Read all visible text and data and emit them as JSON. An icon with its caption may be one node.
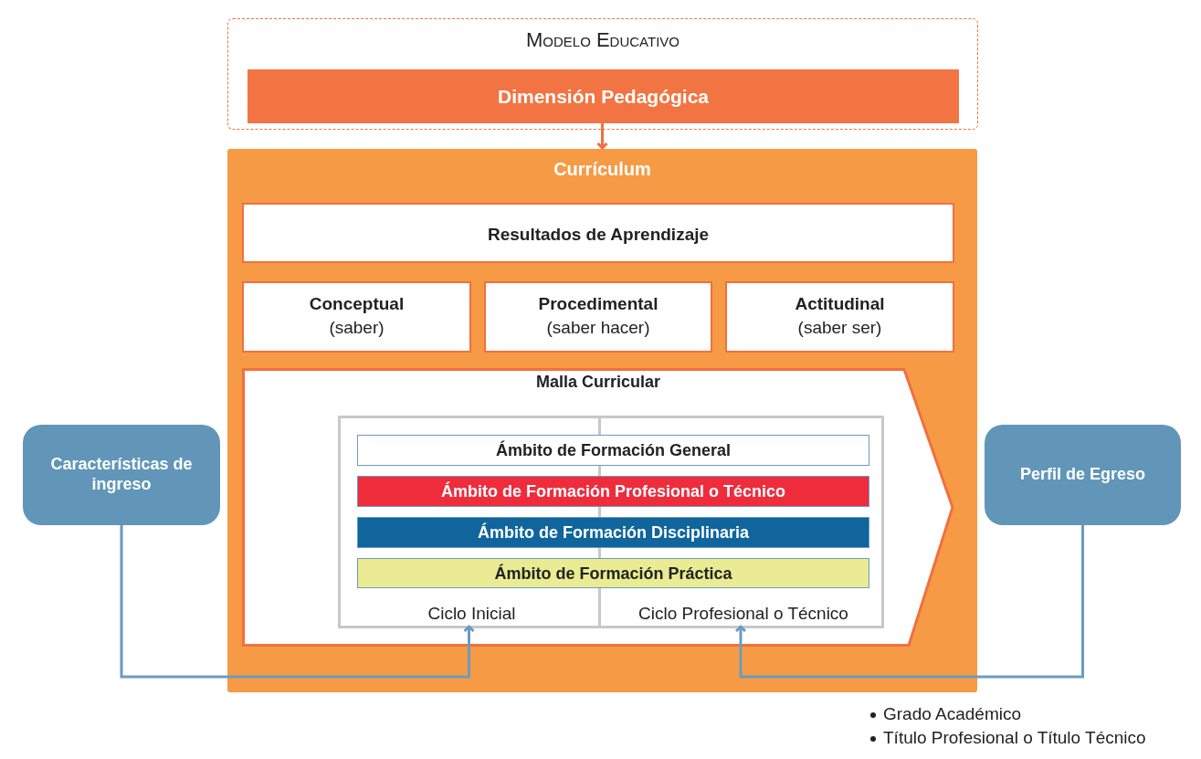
{
  "diagram": {
    "nodes": [
      {
        "text": [
          "Modelo Educativo"
        ]
      },
      {
        "text": [
          "Dimensión Pedagógica"
        ],
        "in": 0
      },
      {
        "text": [
          "Currículum"
        ]
      },
      {
        "text": [
          "Resultados de Aprendizaje"
        ],
        "in": 2
      },
      {
        "text": [
          "Conceptual",
          "(saber)"
        ],
        "in": 2
      },
      {
        "text": [
          "Procedimental",
          "(saber hacer)"
        ],
        "in": 2
      },
      {
        "text": [
          "Actitudinal",
          "(saber ser)"
        ],
        "in": 2
      },
      {
        "text": [
          "Malla Curricular"
        ],
        "in": 2
      },
      {
        "text": [],
        "shape": "box",
        "in": 7
      },
      {
        "text": [
          "Ámbito de Formación General"
        ],
        "in": 8
      },
      {
        "text": [
          "Ámbito de Formación Profesional o Técnico"
        ],
        "in": 8
      },
      {
        "text": [
          "Ámbito de Formación Disciplinaria"
        ],
        "in": 8
      },
      {
        "text": [
          "Ámbito de Formación Práctica"
        ],
        "in": 8
      },
      {
        "text": [
          "Ciclo Inicial"
        ],
        "in": 8
      },
      {
        "text": [
          "Ciclo Profesional o Técnico"
        ],
        "in": 8
      },
      {
        "text": [
          "Características de ingreso"
        ]
      },
      {
        "text": [
          "Perfil de Egreso"
        ]
      }
    ],
    "edges": [
      {
        "from": 1,
        "to": 2,
        "arrow": "to",
        "color": "#f07040"
      },
      {
        "from": 15,
        "to": 13,
        "arrow": "to"
      },
      {
        "from": 16,
        "to": 14,
        "arrow": "to"
      }
    ],
    "labels": [
      "Grado Académico",
      "Título Profesional o Título Técnico"
    ]
  }
}
